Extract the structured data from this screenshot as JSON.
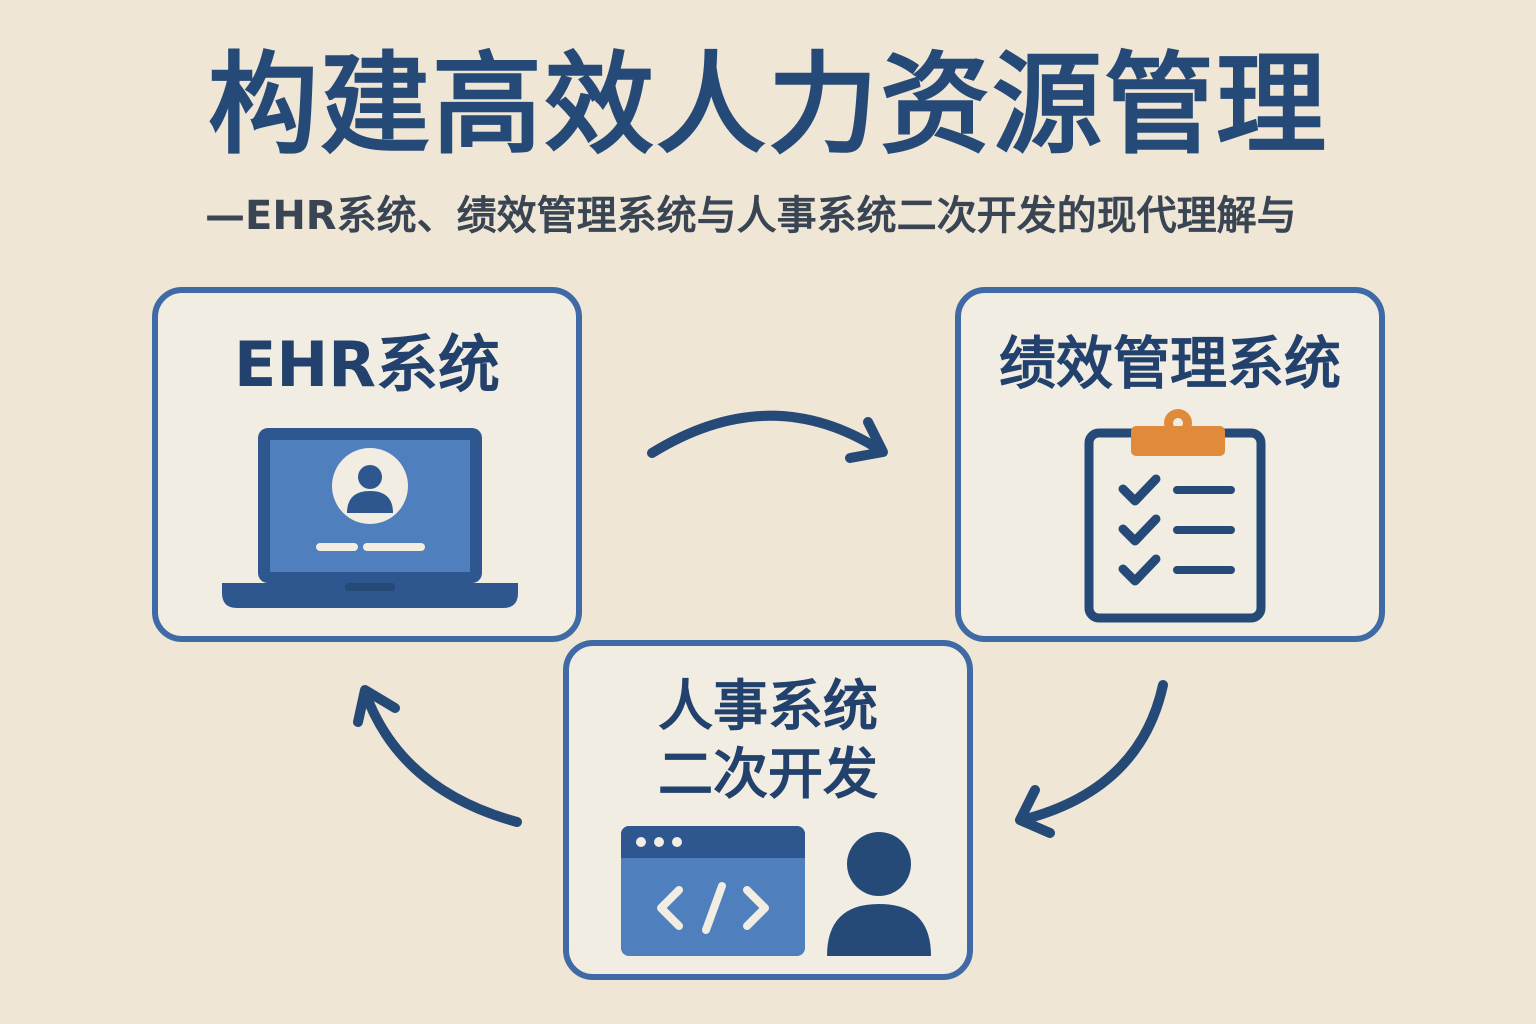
{
  "title": "构建高效人力资源管理",
  "subtitle": "—EHR系统、绩效管理系统与人事系统二次开发的现代理解与",
  "cards": {
    "ehr": {
      "title": "EHR系统",
      "icon": "laptop-user-icon"
    },
    "performance": {
      "title": "绩效管理系统",
      "icon": "clipboard-checklist-icon"
    },
    "development": {
      "title_line1": "人事系统",
      "title_line2": "二次开发",
      "icons": [
        "code-window-icon",
        "user-icon"
      ]
    }
  },
  "colors": {
    "background": "#efe6d6",
    "primary": "#264a78",
    "card_border": "#3f6aa6",
    "accent_orange": "#e08a3c",
    "icon_blue": "#4f7fbd"
  }
}
